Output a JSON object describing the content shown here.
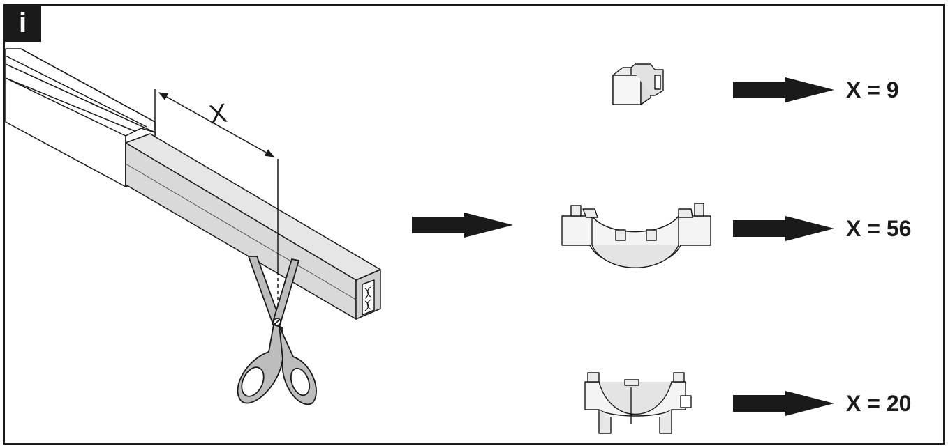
{
  "badge": "i",
  "dimension_label": "X",
  "rows": [
    {
      "part": "end-cap",
      "label": "X = 9"
    },
    {
      "part": "curved-connector",
      "label": "X = 56"
    },
    {
      "part": "straight-clip",
      "label": "X = 20"
    }
  ],
  "colors": {
    "line": "#1a1a1a",
    "profile_fill": "#d9d9d9",
    "part_fill": "#ececec",
    "scissors_fill": "#bdbdbd"
  }
}
